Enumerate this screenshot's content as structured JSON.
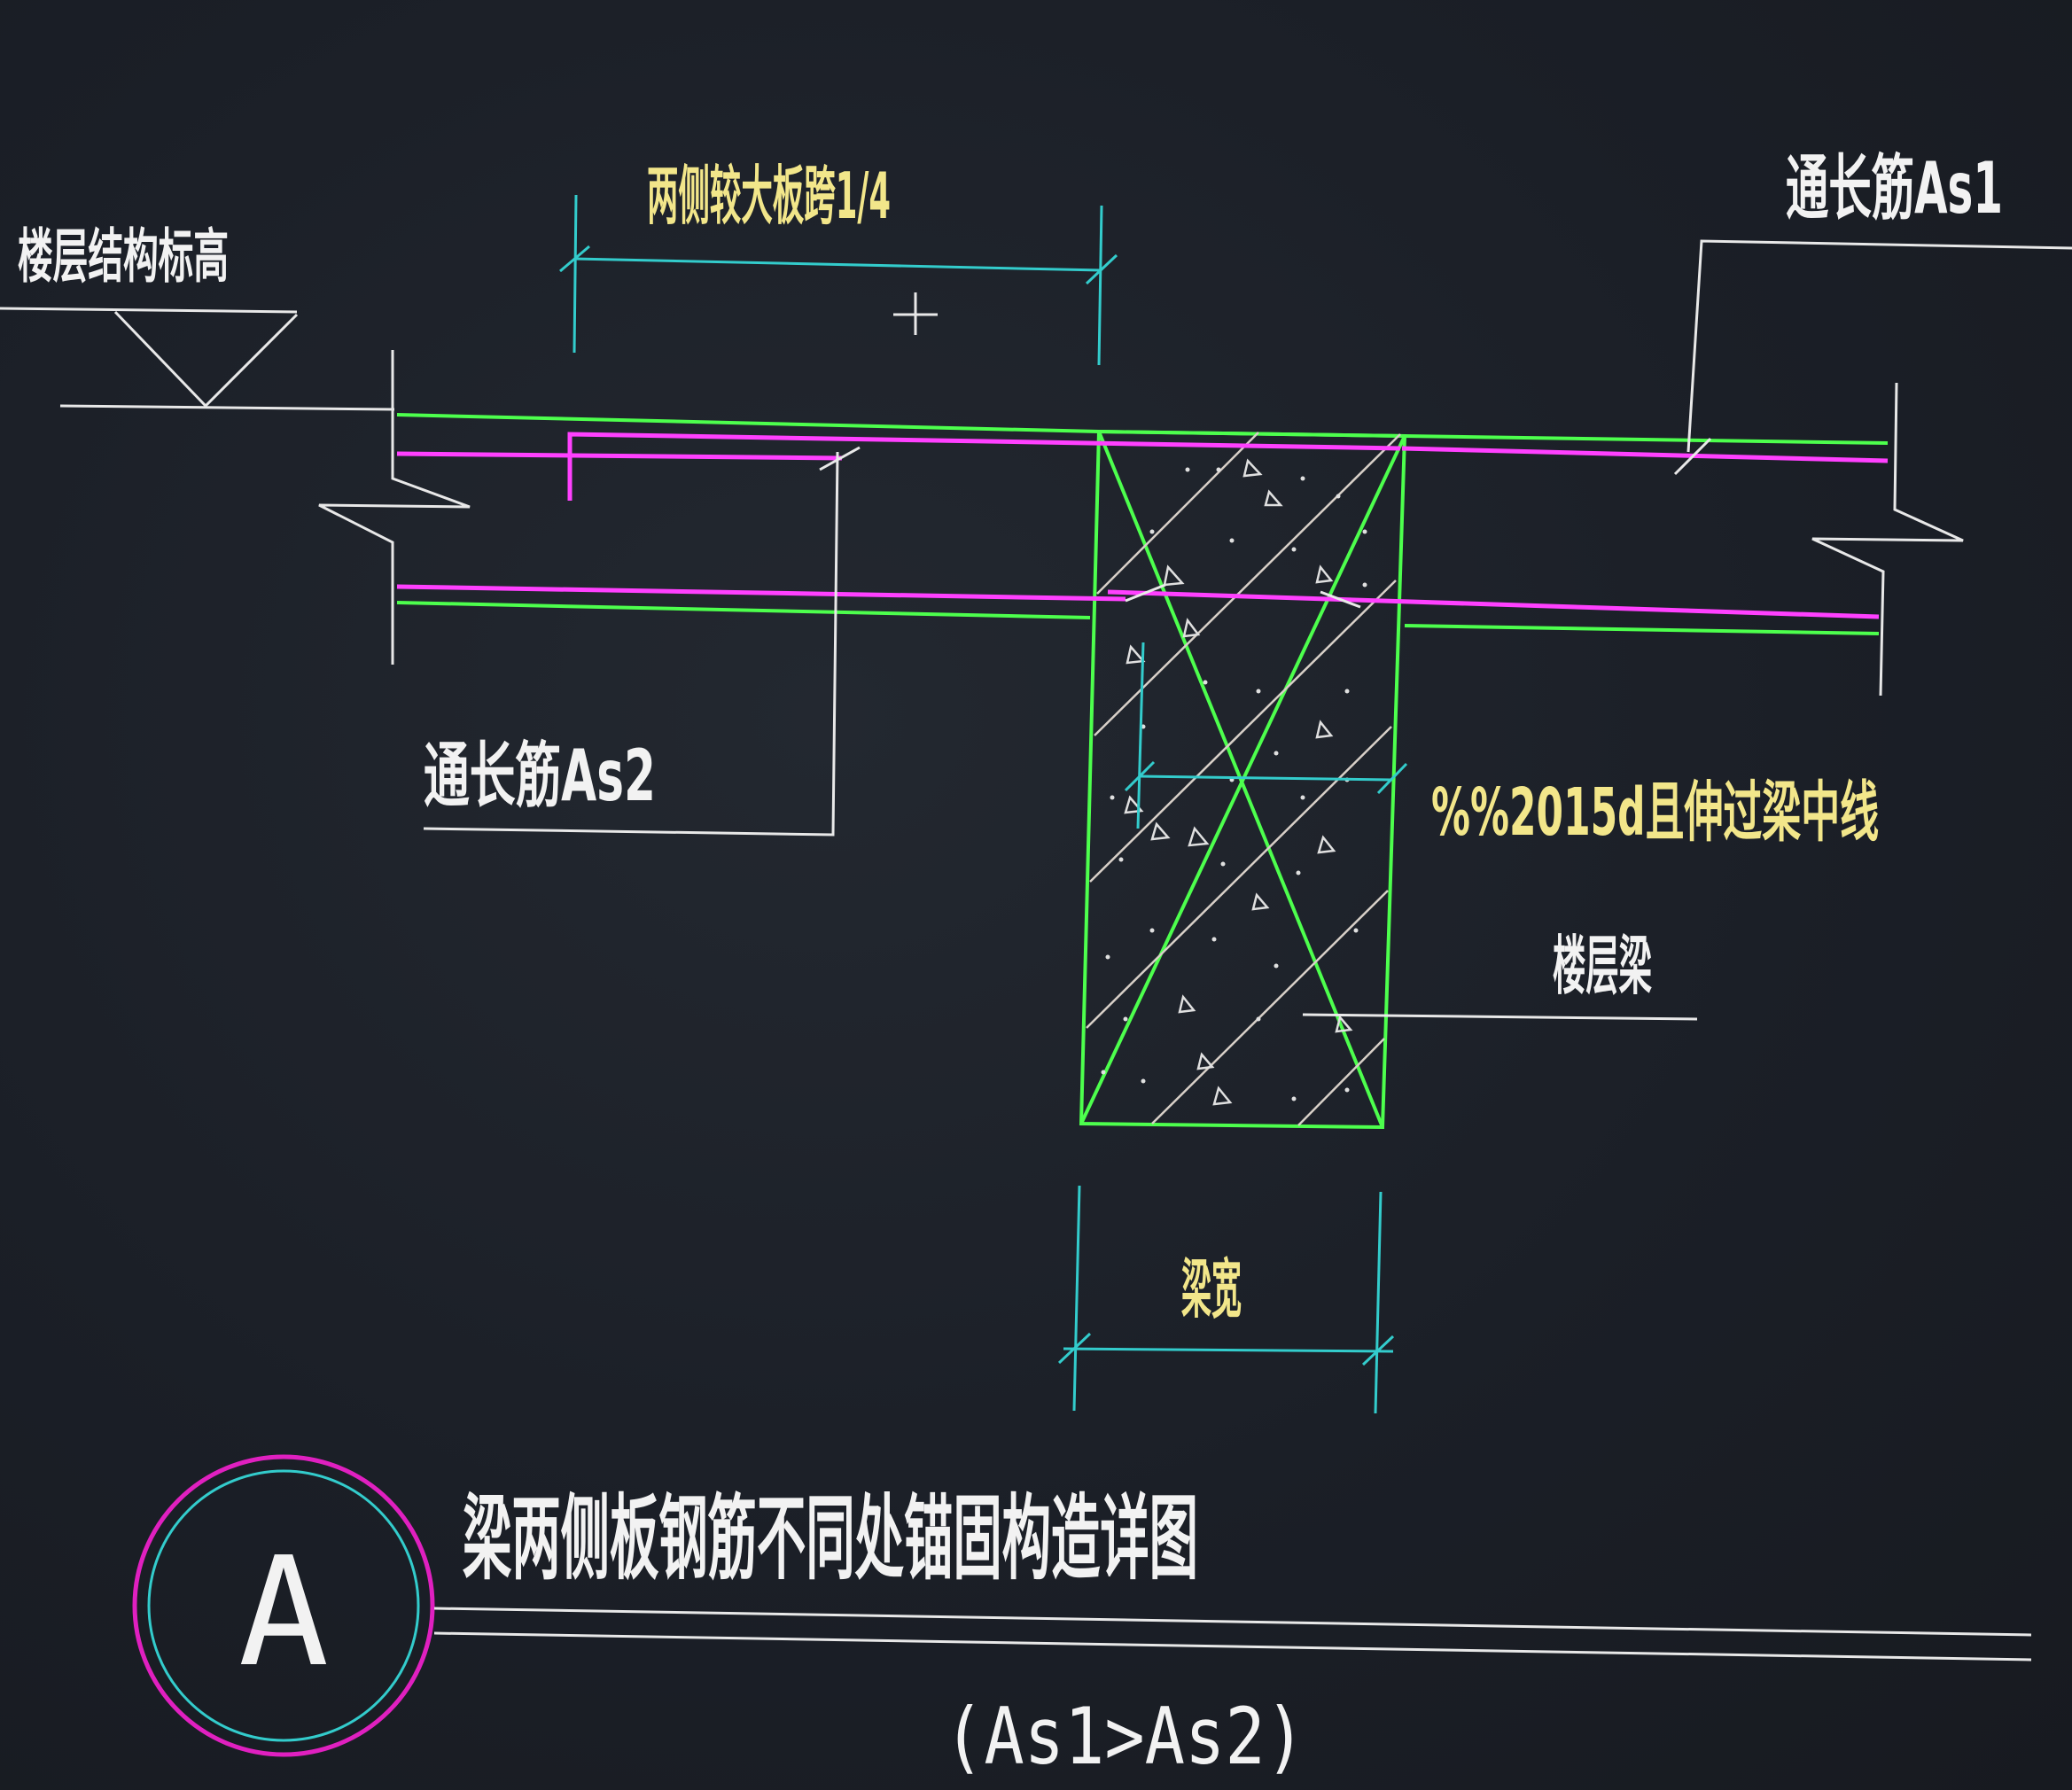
{
  "labels": {
    "floor_elevation": "楼层结构标高",
    "span_dimension": "两侧较大板跨1/4",
    "top_bar": "通长筋As1",
    "bottom_bar": "通长筋As2",
    "anchorage_note": "%%2015d且伸过梁中线",
    "floor_beam": "楼层梁",
    "beam_width": "梁宽",
    "detail_title": "梁两侧板钢筋不同处锚固构造详图",
    "detail_marker": "A",
    "condition_note": "(As1>As2)"
  },
  "colors": {
    "background": "#1b1f26",
    "concrete_outline": "#4dff4d",
    "rebar": "#ff40ff",
    "dimension": "#33cccc",
    "leader": "#e8e8e8",
    "annotation_text": "#f2e68a",
    "label_text": "#f2f2f2",
    "marker_outer": "#e020c0",
    "marker_inner": "#33cccc"
  }
}
